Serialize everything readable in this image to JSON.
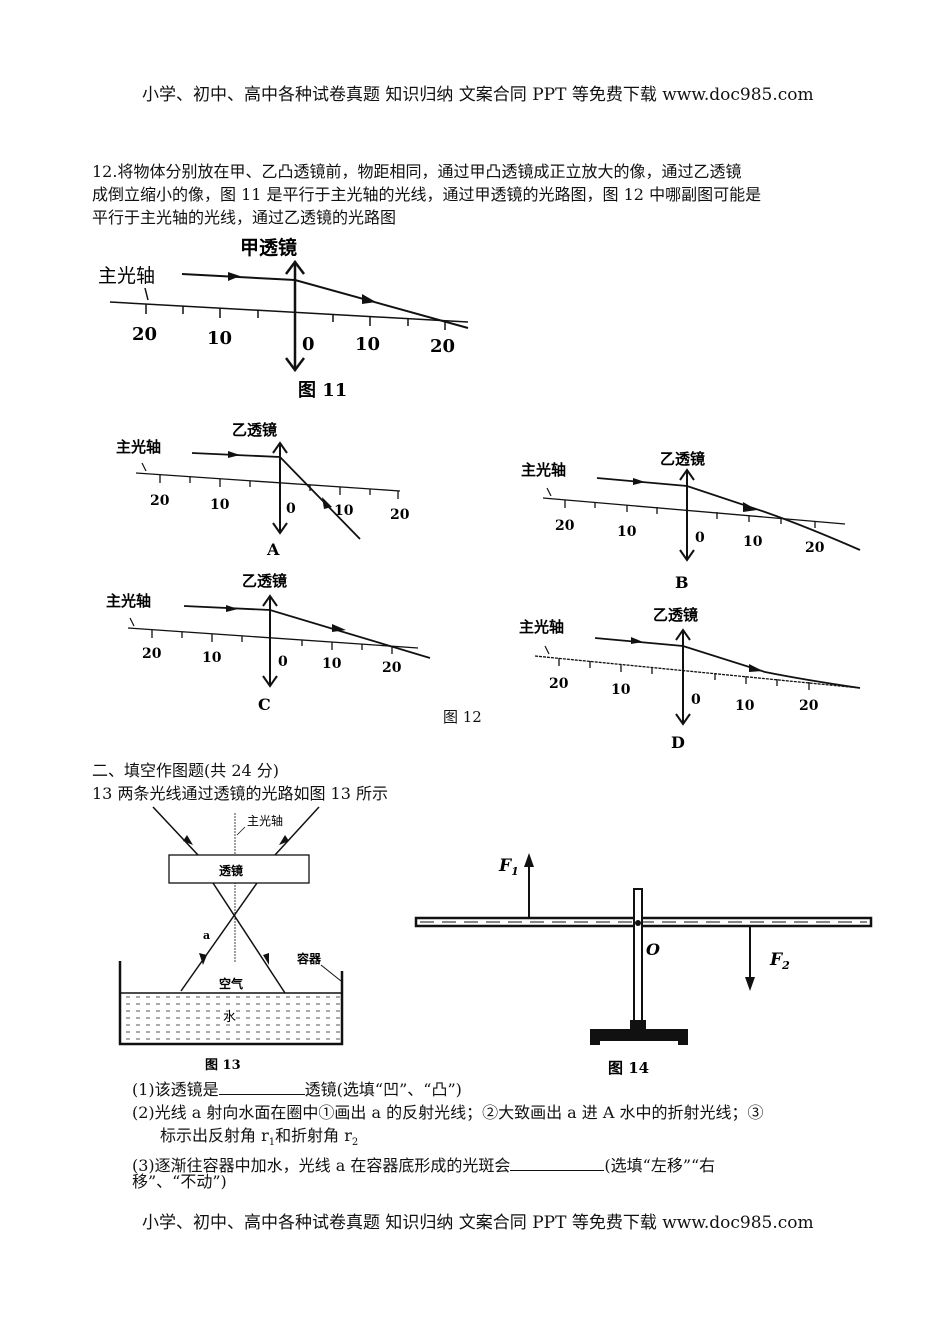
{
  "header": {
    "text": "小学、初中、高中各种试卷真题 知识归纳 文案合同 PPT 等免费下载   www.doc985.com"
  },
  "footer": {
    "text": "小学、初中、高中各种试卷真题 知识归纳 文案合同 PPT 等免费下载   www.doc985.com"
  },
  "q12": {
    "line1": "12.将物体分别放在甲、乙凸透镜前，物距相同，通过甲凸透镜成正立放大的像，通过乙透镜",
    "line2": "成倒立缩小的像，图 11 是平行于主光轴的光线，通过甲透镜的光路图，图 12 中哪副图可能是",
    "line3": "平行于主光轴的光线，通过乙透镜的光路图"
  },
  "fig11": {
    "lens_label": "甲透镜",
    "axis_label": "主光轴",
    "ticks": [
      "20",
      "10",
      "0",
      "10",
      "20"
    ],
    "caption": "图 11"
  },
  "fig12": {
    "caption": "图 12",
    "panels": [
      {
        "letter": "A",
        "lens_label": "乙透镜",
        "axis_label": "主光轴",
        "ticks": [
          "20",
          "10",
          "0",
          "10",
          "20"
        ]
      },
      {
        "letter": "B",
        "lens_label": "乙透镜",
        "axis_label": "主光轴",
        "ticks": [
          "20",
          "10",
          "0",
          "10",
          "20"
        ]
      },
      {
        "letter": "C",
        "lens_label": "乙透镜",
        "axis_label": "主光轴",
        "ticks": [
          "20",
          "10",
          "0",
          "10",
          "20"
        ]
      },
      {
        "letter": "D",
        "lens_label": "乙透镜",
        "axis_label": "主光轴",
        "ticks": [
          "20",
          "10",
          "0",
          "10",
          "20"
        ]
      }
    ]
  },
  "section2": {
    "title": "二、填空作图题(共 24 分)"
  },
  "q13": {
    "title": "13 两条光线通过透镜的光路如图 13 所示",
    "sub1_a": "(1)该透镜是",
    "sub1_b": "透镜(选填“凹”、“凸”)",
    "sub2_a": "(2)光线 a 射向水面在圈中①画出 a 的反射光线；②大致画出 a 进 A 水中的折射光线；③",
    "sub2_b": "标示出反射角 r",
    "sub2_r1": "1",
    "sub2_c": "和折射角 r",
    "sub2_r2": "2",
    "sub3_a": "(3)逐渐往容器中加水，光线 a 在容器底形成的光斑会",
    "sub3_b": "(选填“左移”“右",
    "sub3_c": "移”、“不动”)"
  },
  "fig13": {
    "axis_label": "主光轴",
    "lens_label": "透镜",
    "ray_label": "a",
    "container_label": "容器",
    "air_label": "空气",
    "water_label": "水",
    "caption": "图 13"
  },
  "fig14": {
    "f1": "F",
    "f1_sub": "1",
    "f2": "F",
    "f2_sub": "2",
    "pivot": "O",
    "caption": "图 14"
  }
}
